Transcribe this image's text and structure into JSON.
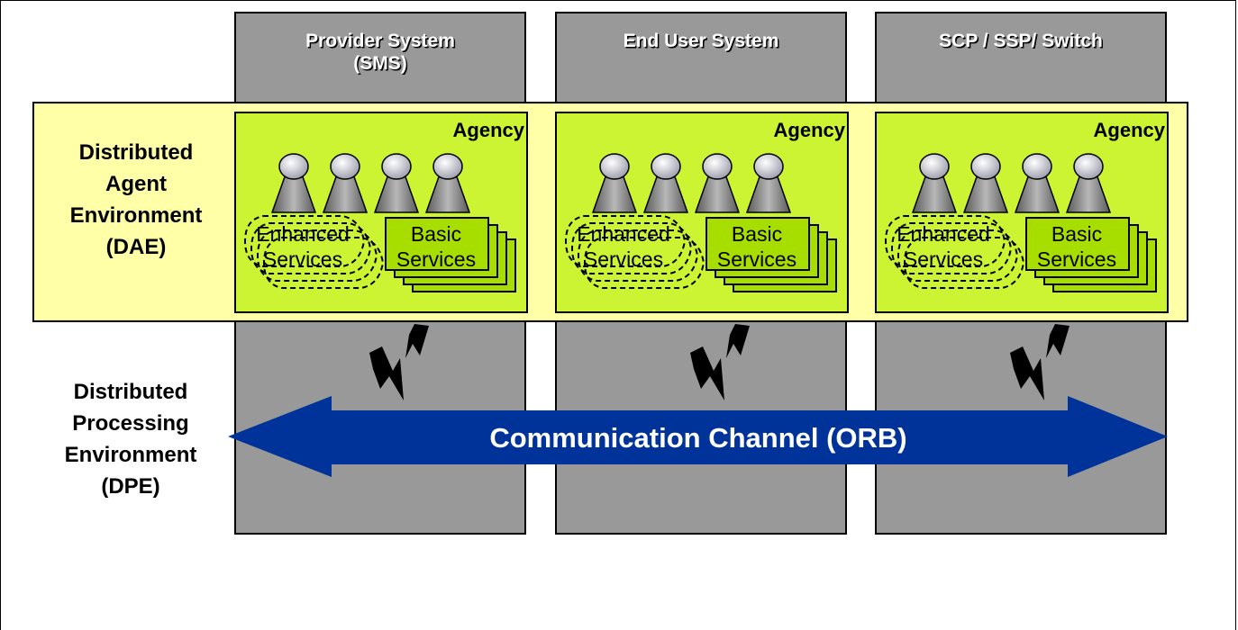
{
  "columns": [
    {
      "title": "Provider System\n(SMS)"
    },
    {
      "title": "End User System"
    },
    {
      "title": "SCP / SSP/ Switch"
    }
  ],
  "agency_label": "Agency",
  "dae_label": "Distributed\nAgent\nEnvironment\n(DAE)",
  "dpe_label": "Distributed\nProcessing\nEnvironment\n(DPE)",
  "enhanced_label": "Enhanced\nServices",
  "basic_label": "Basic\nServices",
  "channel_label": "Communication Channel (ORB)",
  "colors": {
    "column": "#999999",
    "band": "#ffffa8",
    "agency": "#ccf433",
    "basic_box": "#a8dd00",
    "arrow": "#003399",
    "agent": "#8c8c8c"
  }
}
